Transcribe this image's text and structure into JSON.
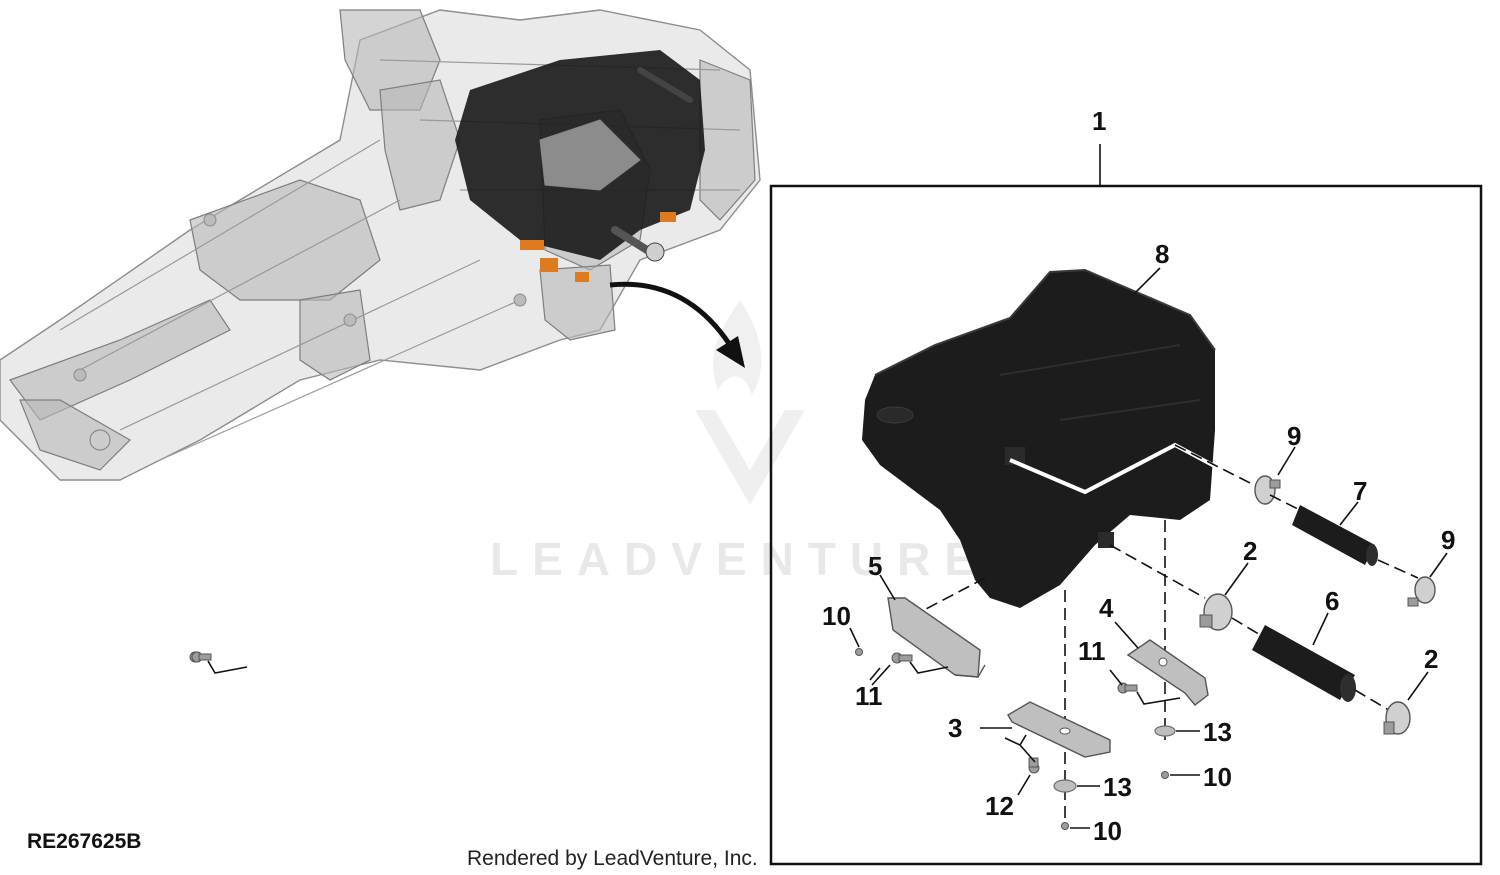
{
  "diagram": {
    "reference_code": "RE267625B",
    "credit": "Rendered by LeadVenture, Inc.",
    "watermark": "LEADVENTURE",
    "callouts": {
      "c1": "1",
      "c2a": "2",
      "c2b": "2",
      "c3": "3",
      "c4": "4",
      "c5": "5",
      "c6": "6",
      "c7": "7",
      "c8": "8",
      "c9a": "9",
      "c9b": "9",
      "c10a": "10",
      "c10b": "10",
      "c10c": "10",
      "c11a": "11",
      "c11b": "11",
      "c12": "12",
      "c13a": "13",
      "c13b": "13"
    }
  },
  "colors": {
    "tank": "#1c1c1c",
    "frame": "#d9d9d9",
    "highlight": "#e07a1f",
    "ink": "#111111"
  }
}
